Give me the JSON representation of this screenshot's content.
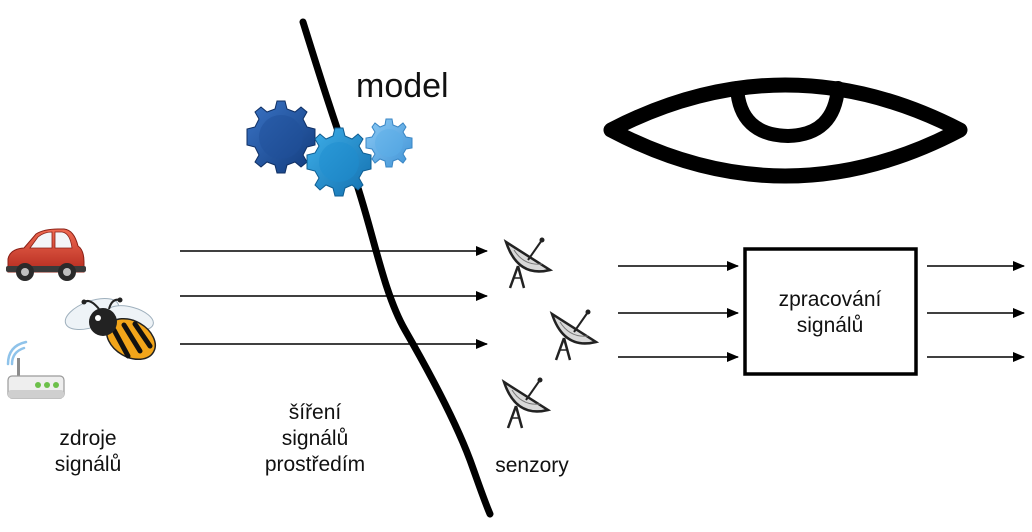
{
  "labels": {
    "model": "model",
    "sources": [
      "zdroje",
      "signálů"
    ],
    "propagation": [
      "šíření",
      "signálů",
      "prostředím"
    ],
    "sensors": "senzory",
    "processing": [
      "zpracování",
      "signálů"
    ]
  },
  "icons": [
    "car-icon",
    "bee-icon",
    "wifi-router-icon",
    "gear-icon",
    "eye-icon",
    "satellite-dish-icon"
  ],
  "colors": {
    "line": "#000000",
    "car_body": "#d9402f",
    "bee_stripe": "#f2a51a",
    "gear_dark": "#1f4f9a",
    "gear_mid": "#1d8ed0",
    "gear_light": "#59aee8"
  }
}
